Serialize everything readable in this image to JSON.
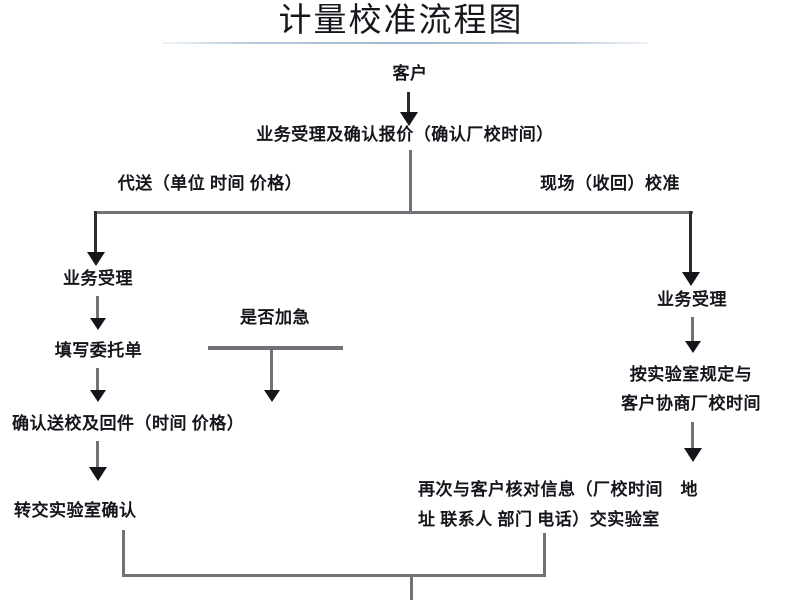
{
  "title": "计量校准流程图",
  "flow": {
    "start": "客户",
    "intake": "业务受理及确认报价（确认厂校时间）",
    "branch_left_label": "代送（单位 时间 价格）",
    "branch_right_label": "现场（收回）校准",
    "left": {
      "step1": "业务受理",
      "step2": "填写委托单",
      "step3": "确认送校及回件（时间 价格）",
      "step4": "转交实验室确认",
      "side_note": "是否加急"
    },
    "right": {
      "step1": "业务受理",
      "step2_line1": "按实验室规定与",
      "step2_line2": "客户协商厂校时间",
      "step3_line1": "再次与客户核对信息（厂校时间　地",
      "step3_line2": "址 联系人 部门 电话）交实验室"
    }
  },
  "colors": {
    "text": "#15161c",
    "connector": "#6f7276",
    "connector_dark": "#2b2c30",
    "rule": "#9fb6cc",
    "background": "#ffffff"
  }
}
